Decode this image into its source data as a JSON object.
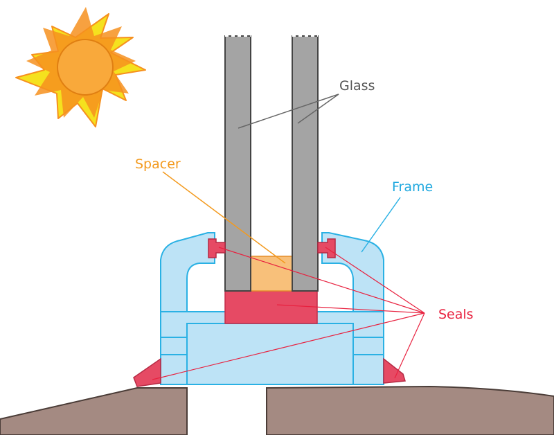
{
  "labels": {
    "glass": "Glass",
    "spacer": "Spacer",
    "frame": "Frame",
    "seals": "Seals"
  },
  "colors": {
    "glass_fill": "#a4a4a4",
    "spacer_fill": "#f8c07a",
    "spacer_label": "#f39a1e",
    "seal_fill": "#e64a64",
    "seal_label": "#e8213f",
    "frame_fill": "#bde3f6",
    "frame_stroke": "#2ab1e4",
    "frame_label": "#1fa8df",
    "glass_label": "#555555",
    "ground_fill": "#a48a82",
    "sun_core": "#f9a93b",
    "sun_rays_outer": "#f5e11e",
    "sun_rays_inner": "#f6901e"
  },
  "icons": [
    "sun-icon"
  ]
}
